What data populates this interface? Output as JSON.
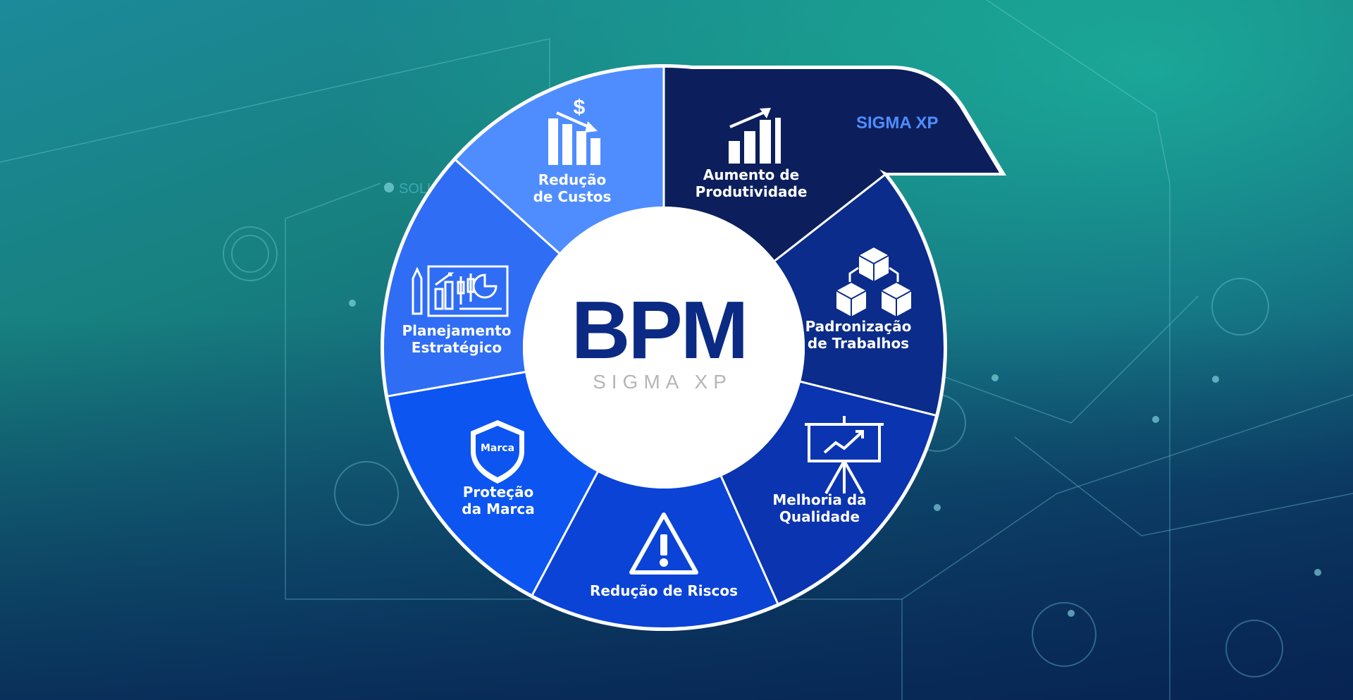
{
  "center": {
    "title": "BPM",
    "subtitle": "SIGMA XP"
  },
  "brand_corner": "SIGMA XP",
  "background_word": "SOLU",
  "segments": [
    {
      "id": "produtividade",
      "lines": [
        "Aumento de",
        "Produtividade"
      ],
      "icon": "growth-bars-icon",
      "color": "#0c1f5c"
    },
    {
      "id": "padronizacao",
      "lines": [
        "Padronização",
        "de Trabalhos"
      ],
      "icon": "connected-cubes-icon",
      "color": "#0b2c8a"
    },
    {
      "id": "qualidade",
      "lines": [
        "Melhoria da",
        "Qualidade"
      ],
      "icon": "presentation-board-icon",
      "color": "#0a34b0"
    },
    {
      "id": "riscos",
      "lines": [
        "Redução de Riscos"
      ],
      "icon": "warning-triangle-icon",
      "color": "#0a43d6"
    },
    {
      "id": "marca",
      "lines": [
        "Proteção",
        "da Marca"
      ],
      "icon": "shield-icon",
      "shield_text": "Marca",
      "color": "#0c55f0"
    },
    {
      "id": "planejamento",
      "lines": [
        "Planejamento",
        "Estratégico"
      ],
      "icon": "strategy-board-icon",
      "color": "#2f6df5"
    },
    {
      "id": "custos",
      "lines": [
        "Redução",
        "de Custos"
      ],
      "icon": "cost-decrease-icon",
      "color": "#4f8dff"
    }
  ]
}
